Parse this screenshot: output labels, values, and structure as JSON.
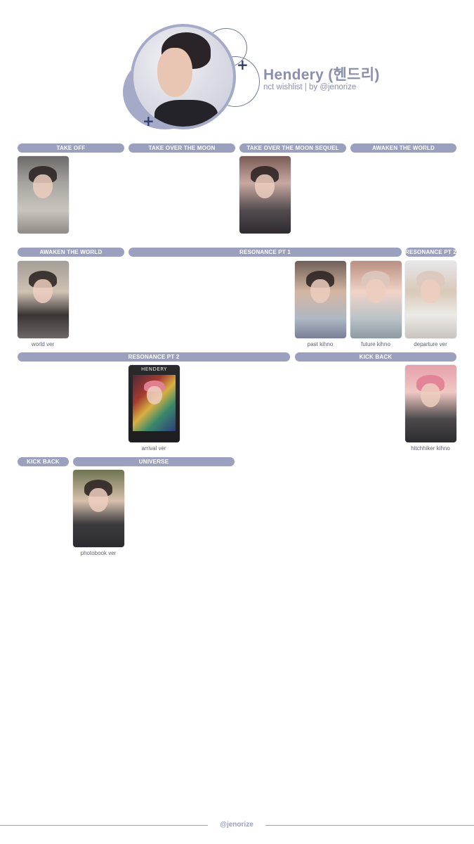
{
  "header": {
    "title": "Hendery (헨드리)",
    "subtitle": "nct wishlist | by @jenorize",
    "plus_glyph": "+"
  },
  "sections": {
    "row1": [
      "TAKE OFF",
      "TAKE OVER THE MOON",
      "TAKE OVER THE MOON SEQUEL",
      "AWAKEN THE WORLD"
    ],
    "row2": [
      "AWAKEN THE WORLD",
      "RESONANCE PT 1",
      "RESONANCE PT 2"
    ],
    "row3": [
      "RESONANCE PT 2",
      "KICK BACK"
    ],
    "row4": [
      "KICK BACK",
      "UNIVERSE"
    ]
  },
  "cards": {
    "world": "world ver",
    "past": "past kihno",
    "future": "future kihno",
    "departure": "departure ver",
    "arrival": "arrival ver",
    "arrival_card_title": "HENDERY",
    "hitchhiker": "hitchhiker kihno",
    "photobook": "photobook ver"
  },
  "footer": {
    "handle": "@jenorize"
  },
  "colors": {
    "accent": "#9ba0bf",
    "title": "#8a8fae",
    "plus": "#2f3b6b"
  }
}
